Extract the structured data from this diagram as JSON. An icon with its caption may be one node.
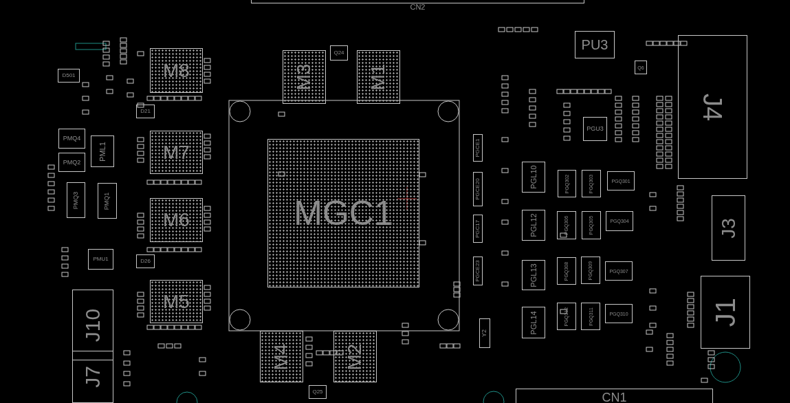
{
  "diagram": {
    "labels": [
      "CN2",
      "PU3",
      "Q24",
      "M3",
      "M1",
      "M8",
      "D501",
      "Q6",
      "J4",
      "D21",
      "PGU3",
      "PMQ4",
      "PML1",
      "M7",
      "PGCE1",
      "PGL10",
      "PGQ302",
      "PGQ303",
      "PGQ301",
      "PMQ2",
      "PGCE20",
      "J3",
      "PMQ3",
      "PMQ1",
      "M6",
      "MGC1",
      "PGL12",
      "PGQ306",
      "PGQ305",
      "PGQ304",
      "PGC17",
      "PMU1",
      "D26",
      "PGCE23",
      "PGL13",
      "PGQ308",
      "PGQ309",
      "PGQ307",
      "J1",
      "M5",
      "J10",
      "PGL14",
      "PGQ312",
      "PGQ311",
      "PGQ310",
      "Y2",
      "M4",
      "M2",
      "J7",
      "Q25",
      "CN1"
    ]
  }
}
